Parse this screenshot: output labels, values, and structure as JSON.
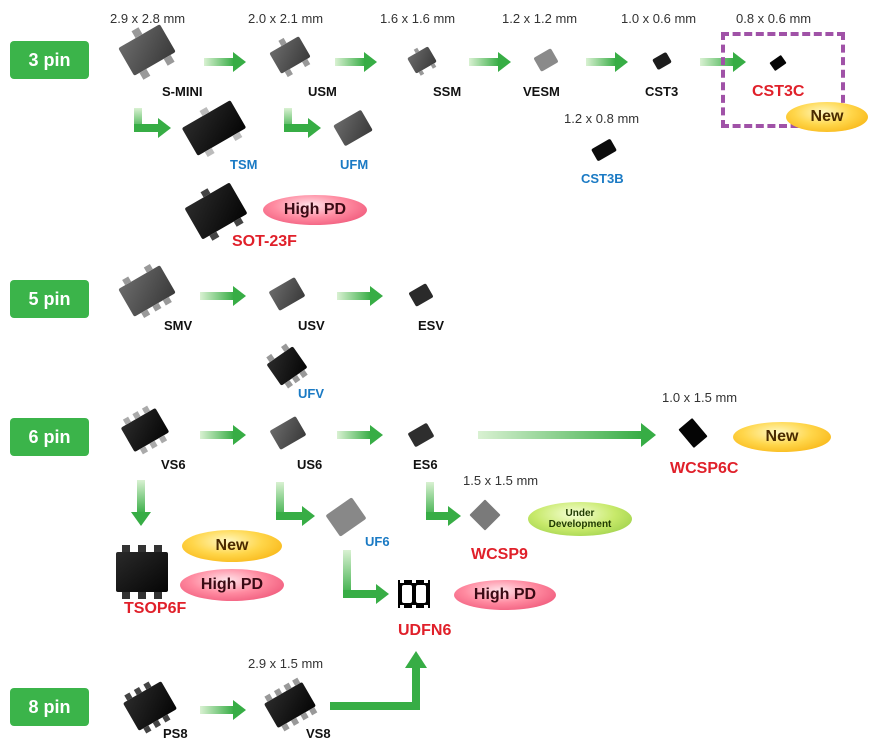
{
  "pins": {
    "p3": "3 pin",
    "p5": "5 pin",
    "p6": "6 pin",
    "p8": "8 pin"
  },
  "dims": {
    "smini": "2.9 x 2.8 mm",
    "usm": "2.0 x 2.1 mm",
    "ssm": "1.6 x 1.6 mm",
    "vesm": "1.2 x 1.2 mm",
    "cst3": "1.0 x 0.6 mm",
    "cst3c": "0.8 x 0.6 mm",
    "cst3b": "1.2 x 0.8 mm",
    "wcsp6c": "1.0 x 1.5 mm",
    "wcsp9": "1.5 x 1.5 mm",
    "vs8": "2.9 x 1.5 mm"
  },
  "packages": {
    "smini": "S-MINI",
    "usm": "USM",
    "ssm": "SSM",
    "vesm": "VESM",
    "cst3": "CST3",
    "cst3c": "CST3C",
    "tsm": "TSM",
    "ufm": "UFM",
    "cst3b": "CST3B",
    "sot23f": "SOT-23F",
    "smv": "SMV",
    "usv": "USV",
    "esv": "ESV",
    "ufv": "UFV",
    "vs6": "VS6",
    "us6": "US6",
    "es6": "ES6",
    "wcsp6c": "WCSP6C",
    "uf6": "UF6",
    "wcsp9": "WCSP9",
    "tsop6f": "TSOP6F",
    "udfn6": "UDFN6",
    "ps8": "PS8",
    "vs8": "VS8"
  },
  "badges": {
    "new": "New",
    "high_pd": "High PD",
    "under_dev_1": "Under",
    "under_dev_2": "Development"
  },
  "colors": {
    "pin_green": "#3bb44a",
    "arrow_green": "#3fb24a",
    "new_label_red": "#e0202a",
    "derivative_blue": "#1a7ac4",
    "highlight_frame": "#a052a7"
  }
}
